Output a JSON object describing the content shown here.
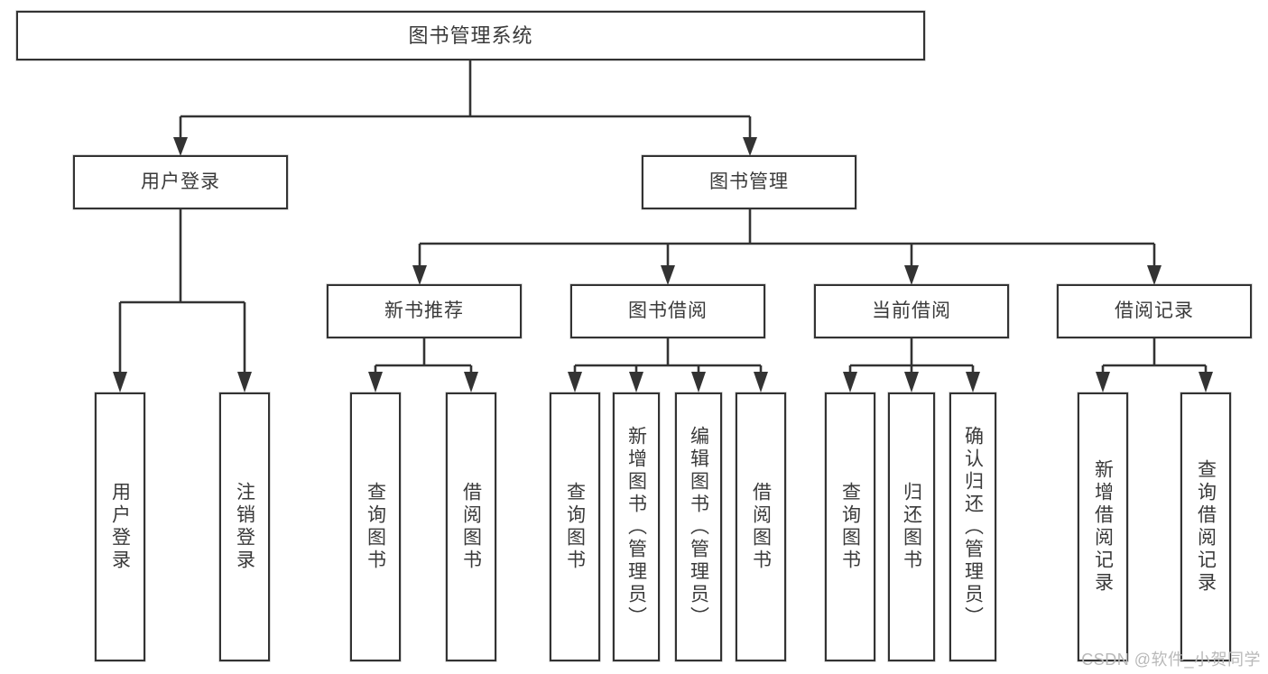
{
  "diagram": {
    "title": "图书管理系统",
    "type": "tree",
    "background_color": "#ffffff",
    "line_color": "#333333",
    "text_color": "#3a3a3a"
  },
  "nodes": {
    "root": {
      "label": "图书管理系统"
    },
    "level2": [
      {
        "id": "user-login",
        "label": "用户登录"
      },
      {
        "id": "book-manage",
        "label": "图书管理"
      }
    ],
    "level3": [
      {
        "id": "new-book-recommend",
        "label": "新书推荐"
      },
      {
        "id": "book-borrow",
        "label": "图书借阅"
      },
      {
        "id": "current-borrow",
        "label": "当前借阅"
      },
      {
        "id": "borrow-record",
        "label": "借阅记录"
      }
    ],
    "leaves": [
      {
        "id": "leaf-user-login",
        "label": "用户登录",
        "parent": "user-login"
      },
      {
        "id": "leaf-user-logout",
        "label": "注销登录",
        "parent": "user-login"
      },
      {
        "id": "leaf-query-book-1",
        "label": "查询图书",
        "parent": "new-book-recommend"
      },
      {
        "id": "leaf-borrow-book-1",
        "label": "借阅图书",
        "parent": "new-book-recommend"
      },
      {
        "id": "leaf-query-book-2",
        "label": "查询图书",
        "parent": "book-borrow"
      },
      {
        "id": "leaf-add-book",
        "label": "新增图书（管理员）",
        "parent": "book-borrow"
      },
      {
        "id": "leaf-edit-book",
        "label": "编辑图书（管理员）",
        "parent": "book-borrow"
      },
      {
        "id": "leaf-borrow-book-2",
        "label": "借阅图书",
        "parent": "book-borrow"
      },
      {
        "id": "leaf-query-book-3",
        "label": "查询图书",
        "parent": "current-borrow"
      },
      {
        "id": "leaf-return-book",
        "label": "归还图书",
        "parent": "current-borrow"
      },
      {
        "id": "leaf-confirm-return",
        "label": "确认归还（管理员）",
        "parent": "current-borrow"
      },
      {
        "id": "leaf-add-record",
        "label": "新增借阅记录",
        "parent": "borrow-record"
      },
      {
        "id": "leaf-query-record",
        "label": "查询借阅记录",
        "parent": "borrow-record"
      }
    ]
  },
  "watermark": {
    "text": "CSDN @软件_小贺同学"
  }
}
